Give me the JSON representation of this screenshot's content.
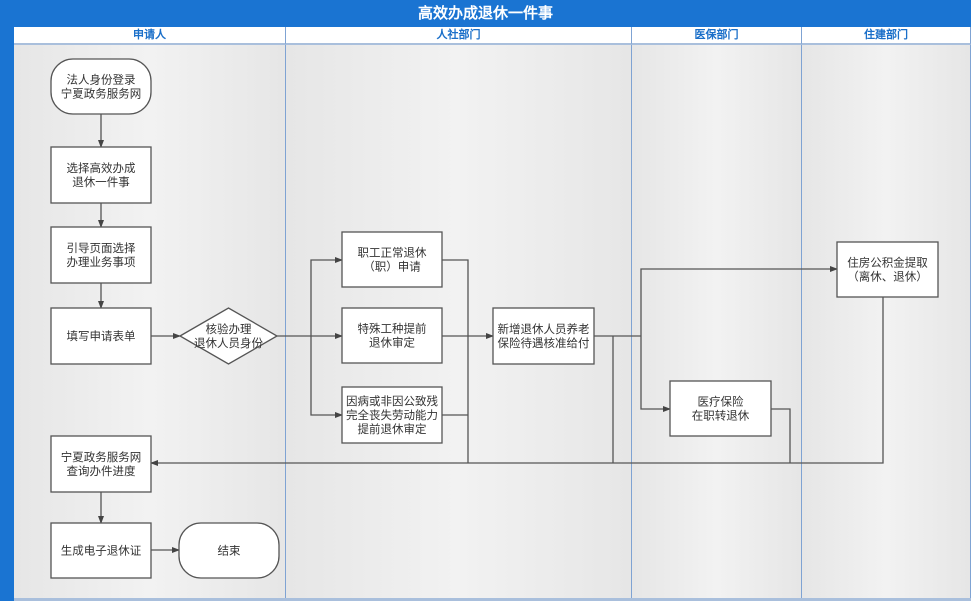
{
  "title": "高效办成退休一件事",
  "lanes": [
    {
      "label": "申请人"
    },
    {
      "label": "人社部门"
    },
    {
      "label": "医保部门"
    },
    {
      "label": "住建部门"
    }
  ],
  "nodes": {
    "login": {
      "shape": "terminator",
      "lines": [
        "法人身份登录",
        "宁夏政务服务网"
      ]
    },
    "select_item": {
      "shape": "process",
      "lines": [
        "选择高效办成",
        "退休一件事"
      ]
    },
    "guide_page": {
      "shape": "process",
      "lines": [
        "引导页面选择",
        "办理业务事项"
      ]
    },
    "fill_form": {
      "shape": "process",
      "lines": [
        "填写申请表单"
      ]
    },
    "verify_identity": {
      "shape": "decision",
      "lines": [
        "核验办理",
        "退休人员身份"
      ]
    },
    "normal_retire": {
      "shape": "process",
      "lines": [
        "职工正常退休",
        "（职）申请"
      ]
    },
    "special_retire": {
      "shape": "process",
      "lines": [
        "特殊工种提前",
        "退休审定"
      ]
    },
    "disability_retire": {
      "shape": "process",
      "lines": [
        "因病或非因公致残",
        "完全丧失劳动能力",
        "提前退休审定"
      ]
    },
    "pension_approve": {
      "shape": "process",
      "lines": [
        "新增退休人员养老",
        "保险待遇核准给付"
      ]
    },
    "medical_insurance": {
      "shape": "process",
      "lines": [
        "医疗保险",
        "在职转退休"
      ]
    },
    "housing_fund": {
      "shape": "process",
      "lines": [
        "住房公积金提取",
        "（离休、退休）"
      ]
    },
    "query_progress": {
      "shape": "process",
      "lines": [
        "宁夏政务服务网",
        "查询办件进度"
      ]
    },
    "e_certificate": {
      "shape": "process",
      "lines": [
        "生成电子退休证"
      ]
    },
    "end": {
      "shape": "terminator",
      "lines": [
        "结束"
      ]
    }
  },
  "colors": {
    "header_blue": "#1a74d2",
    "lane_label": "#1a6fc9",
    "lane_divider": "#7fa3d3",
    "connector": "#555555"
  }
}
